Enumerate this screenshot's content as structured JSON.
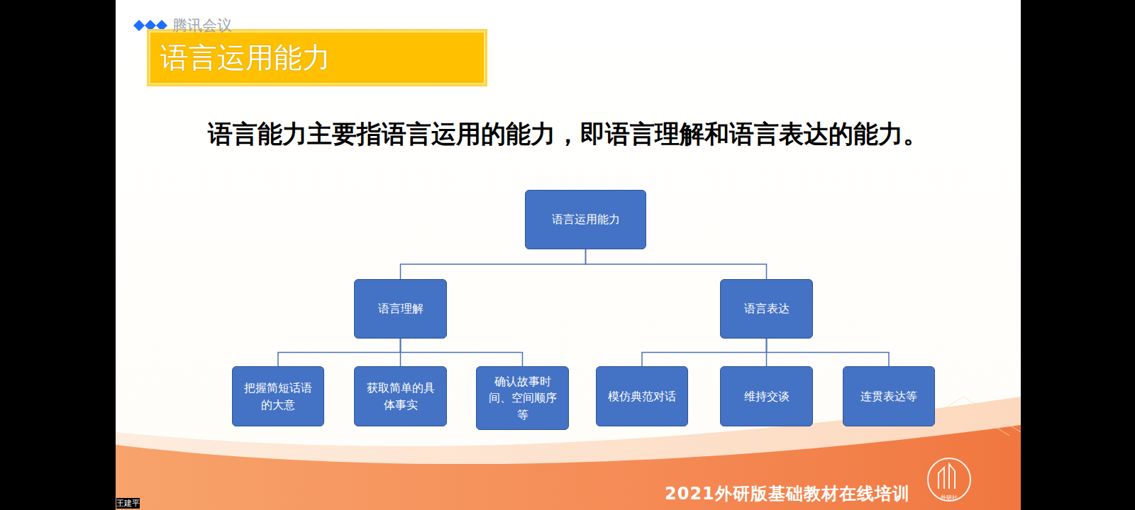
{
  "diagram": {
    "title": "语言运用能力",
    "nodes": [
      {
        "text": [
          "语言运用能力"
        ]
      },
      {
        "text": [
          "语言理解"
        ]
      },
      {
        "text": [
          "语言表达"
        ]
      },
      {
        "text": [
          "把握简短话语的大意"
        ]
      },
      {
        "text": [
          "获取简单的具体事实"
        ]
      },
      {
        "text": [
          "确认故事时间、空间顺序等"
        ]
      },
      {
        "text": [
          "模仿典范对话"
        ]
      },
      {
        "text": [
          "维持交谈"
        ]
      },
      {
        "text": [
          "连贯表达等"
        ]
      }
    ],
    "edges": [
      {
        "from": 0,
        "to": 1,
        "arrow": "none"
      },
      {
        "from": 0,
        "to": 2,
        "arrow": "none"
      },
      {
        "from": 1,
        "to": 3,
        "arrow": "none"
      },
      {
        "from": 1,
        "to": 4,
        "arrow": "none"
      },
      {
        "from": 1,
        "to": 5,
        "arrow": "none"
      },
      {
        "from": 2,
        "to": 6,
        "arrow": "none"
      },
      {
        "from": 2,
        "to": 7,
        "arrow": "none"
      },
      {
        "from": 2,
        "to": 8,
        "arrow": "none"
      }
    ],
    "labels": [
      "腾讯会议",
      "语言能力主要指语言运用的能力，即语言理解和语言表达的能力。",
      "2021外研版基础教材在线培训",
      "王建平",
      "外研社"
    ]
  }
}
